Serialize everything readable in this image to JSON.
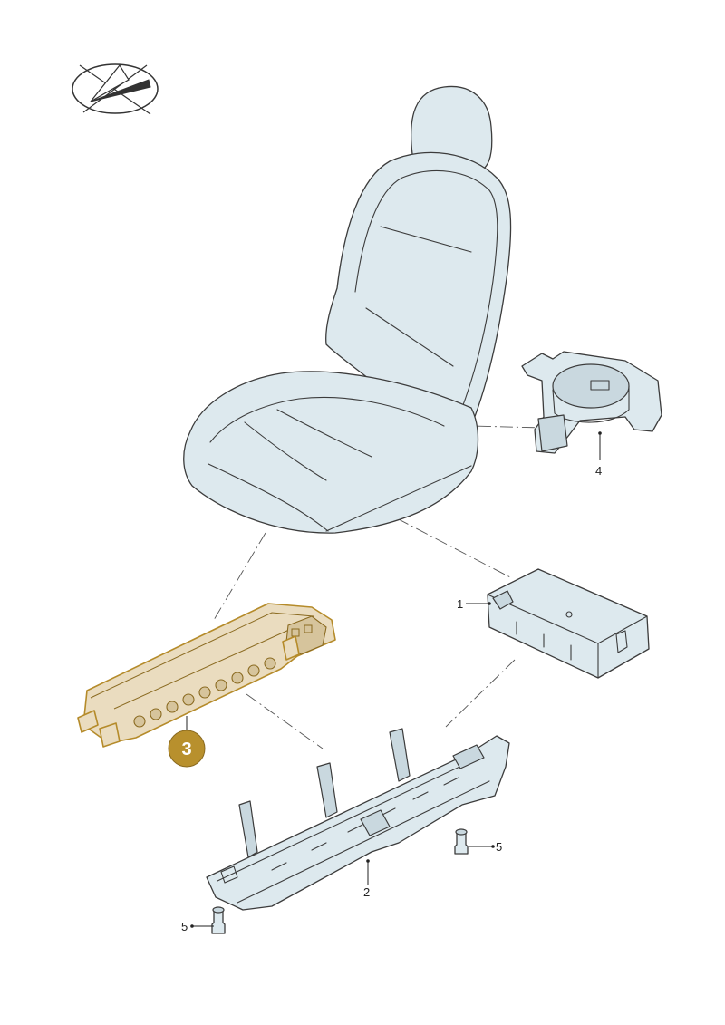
{
  "callouts": {
    "c1": "1",
    "c2": "2",
    "c3": "3",
    "c4": "4",
    "c5a": "5",
    "c5b": "5"
  },
  "colors": {
    "part_fill": "#dde9ee",
    "outline": "#3c3c3c",
    "highlight_fill": "#eadcbf",
    "highlight_badge": "#b8902d"
  },
  "icons": {
    "view_indicator": "vehicle-direction-icon"
  }
}
